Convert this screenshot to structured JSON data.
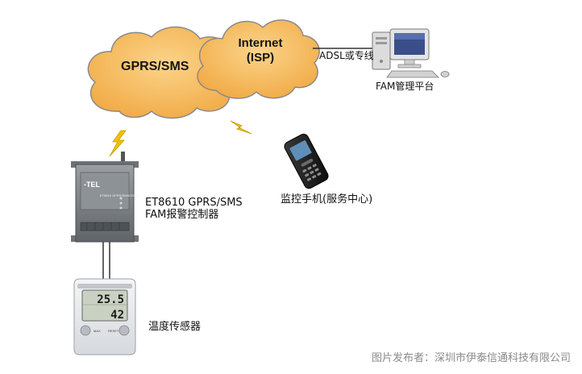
{
  "diagram": {
    "cloud_gprs_label": "GPRS/SMS",
    "cloud_internet_line1": "Internet",
    "cloud_internet_line2": "(ISP)",
    "adsl_link_label": "ADSL或专线",
    "platform_label": "FAM管理平台",
    "controller_label_line1": "ET8610 GPRS/SMS",
    "controller_label_line2": "FAM报警控制器",
    "phone_label": "监控手机(服务中心)",
    "sensor_label": "温度传感器",
    "device_brand": "-TEL",
    "device_model": "ET8610 GPRS/SMS/GSM",
    "thermo_reading_top": "25.5",
    "thermo_reading_bottom": "42",
    "thermo_left_button": "MAX",
    "thermo_right_button": "RESET",
    "credit": "图片发布者：深圳市伊泰信通科技有限公司"
  },
  "colors": {
    "cloud_fill": "#f4b85a",
    "cloud_stroke": "#8a8a8a",
    "lightning": "#f2c200",
    "device_body": "#7d8287",
    "link_line": "#333333"
  }
}
